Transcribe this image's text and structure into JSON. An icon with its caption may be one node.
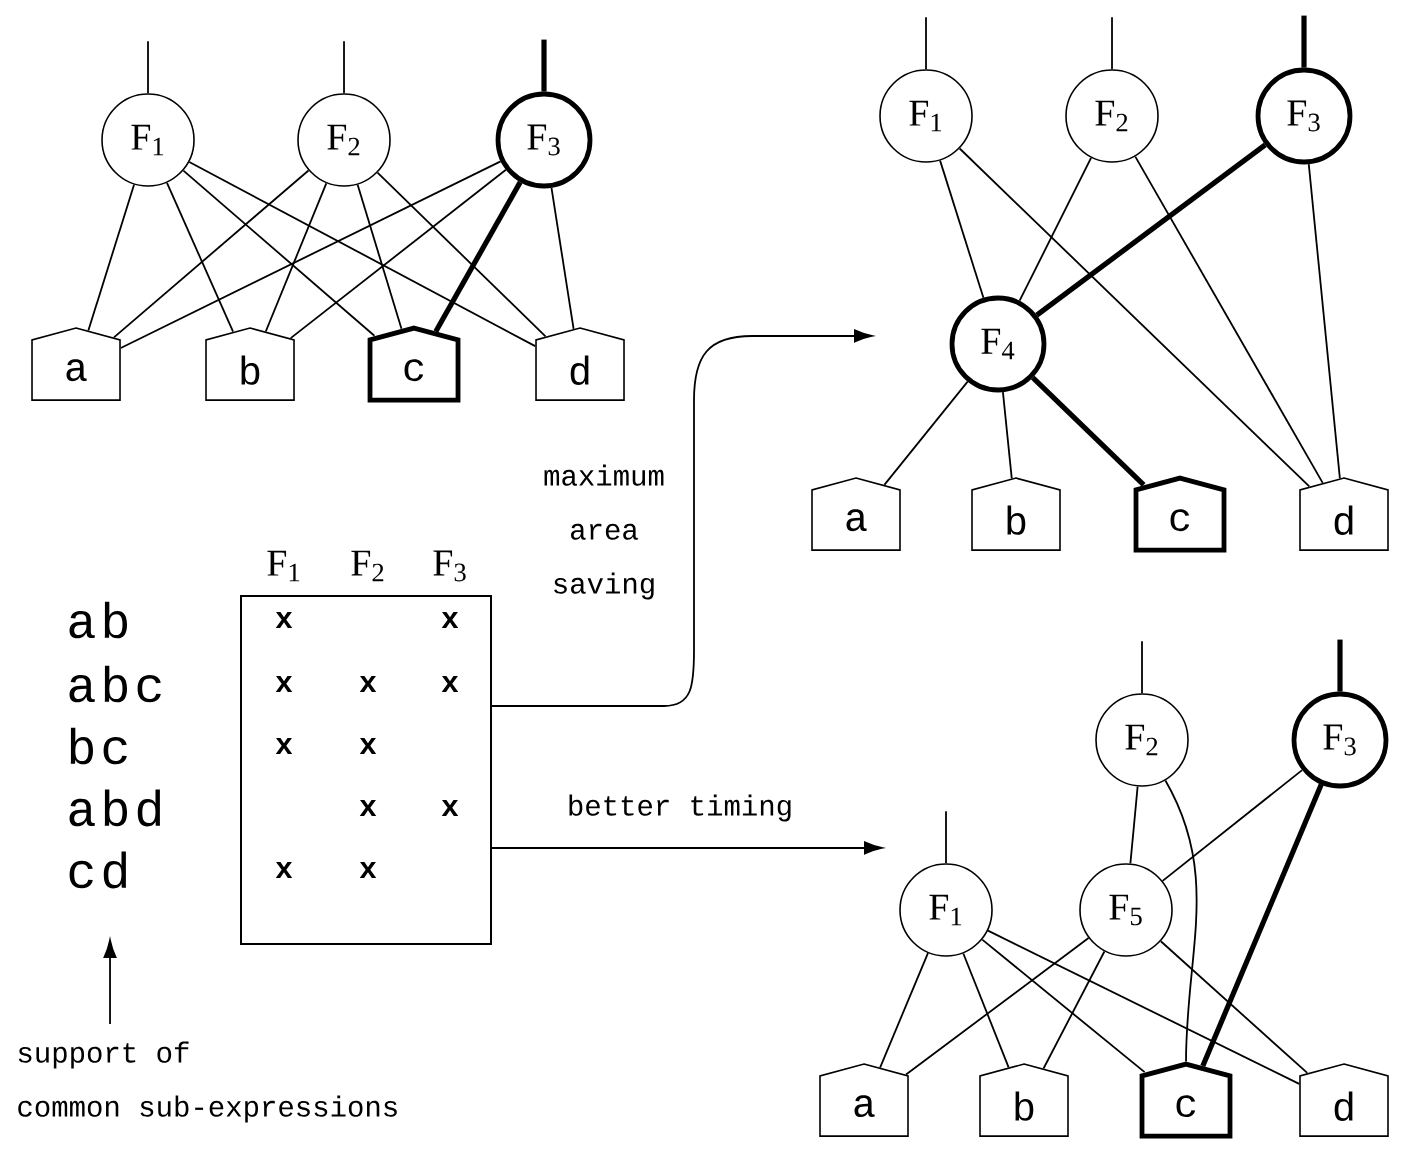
{
  "diagram": {
    "nodes": [
      {
        "text": [
          "F$_{1}$"
        ]
      },
      {
        "text": [
          "F$_{2}$"
        ]
      },
      {
        "text": [
          "F$_{3}$"
        ]
      },
      {
        "text": [
          "a"
        ]
      },
      {
        "text": [
          "b"
        ]
      },
      {
        "text": [
          "c"
        ]
      },
      {
        "text": [
          "d"
        ]
      },
      {
        "text": [
          "F$_{1}$"
        ]
      },
      {
        "text": [
          "F$_{2}$"
        ]
      },
      {
        "text": [
          "F$_{3}$"
        ]
      },
      {
        "text": [
          "F$_{4}$"
        ]
      },
      {
        "text": [
          "a"
        ]
      },
      {
        "text": [
          "b"
        ]
      },
      {
        "text": [
          "c"
        ]
      },
      {
        "text": [
          "d"
        ]
      },
      {
        "text": [
          "F$_{2}$"
        ]
      },
      {
        "text": [
          "F$_{3}$"
        ]
      },
      {
        "text": [
          "F$_{1}$"
        ]
      },
      {
        "text": [
          "F$_{5}$"
        ]
      },
      {
        "text": [
          "a"
        ]
      },
      {
        "text": [
          "b"
        ]
      },
      {
        "text": [
          "c"
        ]
      },
      {
        "text": [
          "d"
        ]
      },
      {
        "text": [],
        "shape": "box"
      },
      {
        "text": [
          "support of common sub-expressions"
        ]
      }
    ],
    "edges": [
      {
        "from": 0,
        "to": null,
        "arrow": "none"
      },
      {
        "from": 1,
        "to": null,
        "arrow": "none"
      },
      {
        "from": 2,
        "to": null,
        "arrow": "none",
        "style": "thick"
      },
      {
        "from": 0,
        "to": 3,
        "arrow": "none"
      },
      {
        "from": 0,
        "to": 4,
        "arrow": "none"
      },
      {
        "from": 0,
        "to": 5,
        "arrow": "none"
      },
      {
        "from": 0,
        "to": 6,
        "arrow": "none"
      },
      {
        "from": 1,
        "to": 3,
        "arrow": "none"
      },
      {
        "from": 1,
        "to": 4,
        "arrow": "none"
      },
      {
        "from": 1,
        "to": 5,
        "arrow": "none"
      },
      {
        "from": 1,
        "to": 6,
        "arrow": "none"
      },
      {
        "from": 2,
        "to": 3,
        "arrow": "none"
      },
      {
        "from": 2,
        "to": 4,
        "arrow": "none"
      },
      {
        "from": 2,
        "to": 5,
        "arrow": "none",
        "style": "thick"
      },
      {
        "from": 2,
        "to": 6,
        "arrow": "none"
      },
      {
        "from": 7,
        "to": null,
        "arrow": "none"
      },
      {
        "from": 8,
        "to": null,
        "arrow": "none"
      },
      {
        "from": 9,
        "to": null,
        "arrow": "none",
        "style": "thick"
      },
      {
        "from": 7,
        "to": 10,
        "arrow": "none"
      },
      {
        "from": 7,
        "to": 14,
        "arrow": "none"
      },
      {
        "from": 8,
        "to": 10,
        "arrow": "none"
      },
      {
        "from": 8,
        "to": 14,
        "arrow": "none"
      },
      {
        "from": 9,
        "to": 10,
        "arrow": "none",
        "style": "thick"
      },
      {
        "from": 9,
        "to": 14,
        "arrow": "none"
      },
      {
        "from": 10,
        "to": 11,
        "arrow": "none"
      },
      {
        "from": 10,
        "to": 12,
        "arrow": "none"
      },
      {
        "from": 10,
        "to": 13,
        "arrow": "none",
        "style": "thick"
      },
      {
        "from": 15,
        "to": null,
        "arrow": "none"
      },
      {
        "from": 16,
        "to": null,
        "arrow": "none",
        "style": "thick"
      },
      {
        "from": 17,
        "to": null,
        "arrow": "none"
      },
      {
        "from": 15,
        "to": 18,
        "arrow": "none"
      },
      {
        "from": 15,
        "to": 21,
        "arrow": "none"
      },
      {
        "from": 16,
        "to": 18,
        "arrow": "none"
      },
      {
        "from": 16,
        "to": 21,
        "arrow": "none",
        "style": "thick"
      },
      {
        "from": 17,
        "to": 19,
        "arrow": "none"
      },
      {
        "from": 17,
        "to": 20,
        "arrow": "none"
      },
      {
        "from": 17,
        "to": 21,
        "arrow": "none"
      },
      {
        "from": 17,
        "to": 22,
        "arrow": "none"
      },
      {
        "from": 18,
        "to": 19,
        "arrow": "none"
      },
      {
        "from": 18,
        "to": 20,
        "arrow": "none"
      },
      {
        "from": 18,
        "to": 22,
        "arrow": "none"
      },
      {
        "from": 23,
        "to": null,
        "arrow": "to",
        "label": "maximum area saving"
      },
      {
        "from": 23,
        "to": null,
        "arrow": "to",
        "label": "better timing"
      },
      {
        "from": 24,
        "to": null,
        "arrow": "to"
      }
    ],
    "labels": [
      "F$_{1}$",
      "F$_{2}$",
      "F$_{3}$",
      "ab",
      "x",
      "x",
      "abc",
      "x",
      "x",
      "x",
      "bc",
      "x",
      "x",
      "abd",
      "x",
      "x",
      "cd",
      "x",
      "x"
    ]
  }
}
